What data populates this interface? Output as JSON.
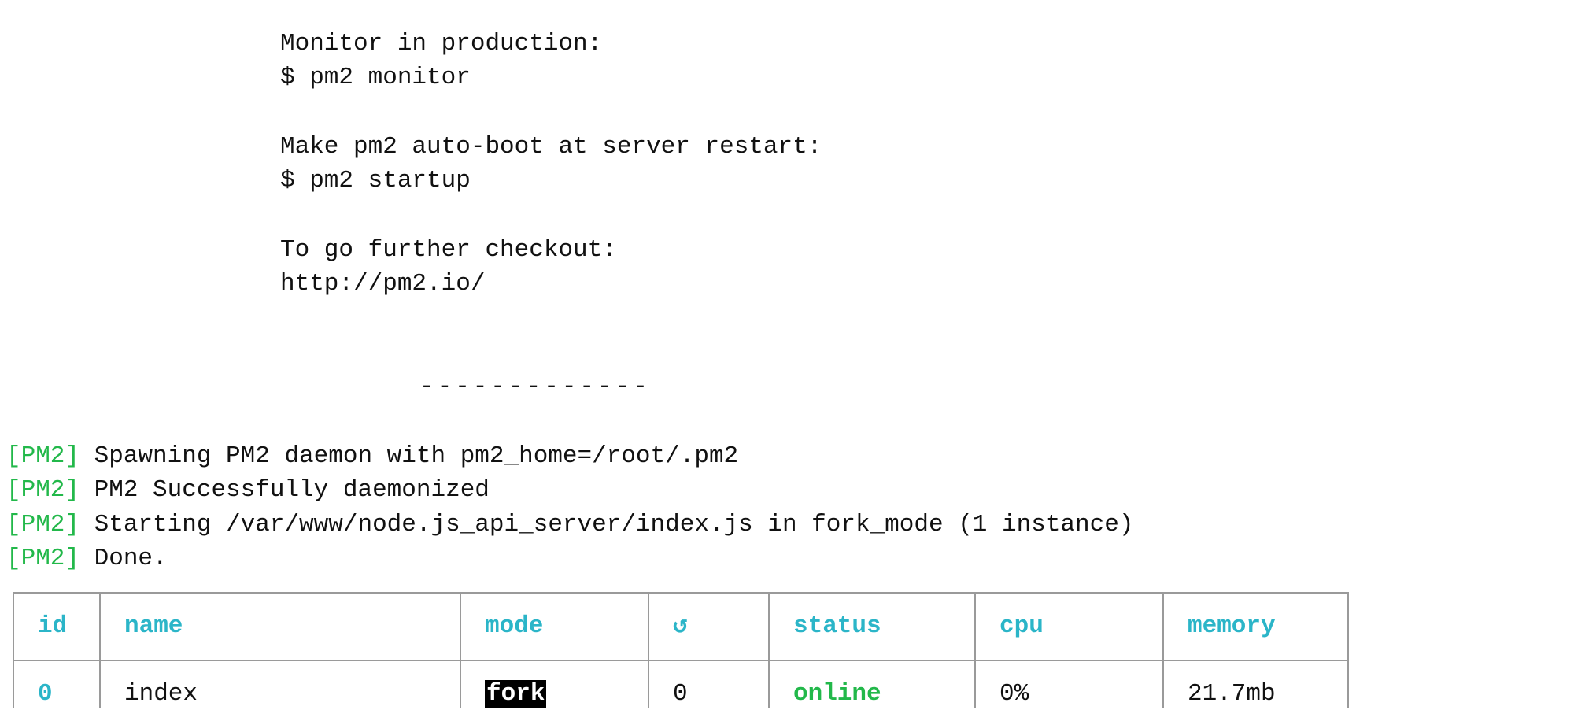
{
  "info": {
    "monitor_label": "Monitor in production:",
    "monitor_cmd": "$ pm2 monitor",
    "startup_label": "Make pm2 auto-boot at server restart:",
    "startup_cmd": "$ pm2 startup",
    "further_label": "To go further checkout:",
    "url": "http://pm2.io/",
    "separator": "-------------"
  },
  "log": [
    {
      "tag": "[PM2]",
      "text": " Spawning PM2 daemon with pm2_home=/root/.pm2"
    },
    {
      "tag": "[PM2]",
      "text": " PM2 Successfully daemonized"
    },
    {
      "tag": "[PM2]",
      "text": " Starting /var/www/node.js_api_server/index.js in fork_mode (1 instance)"
    },
    {
      "tag": "[PM2]",
      "text": " Done."
    }
  ],
  "table": {
    "headers": {
      "id": "id",
      "name": "name",
      "mode": "mode",
      "restarts": "↺",
      "status": "status",
      "cpu": "cpu",
      "memory": "memory"
    },
    "rows": [
      {
        "id": "0",
        "name": "index",
        "mode": "fork",
        "restarts": "0",
        "status": "online",
        "cpu": "0%",
        "memory": "21.7mb"
      }
    ]
  },
  "colors": {
    "tag": "#22b84a",
    "header": "#2bb5c8",
    "online": "#22b84a"
  }
}
